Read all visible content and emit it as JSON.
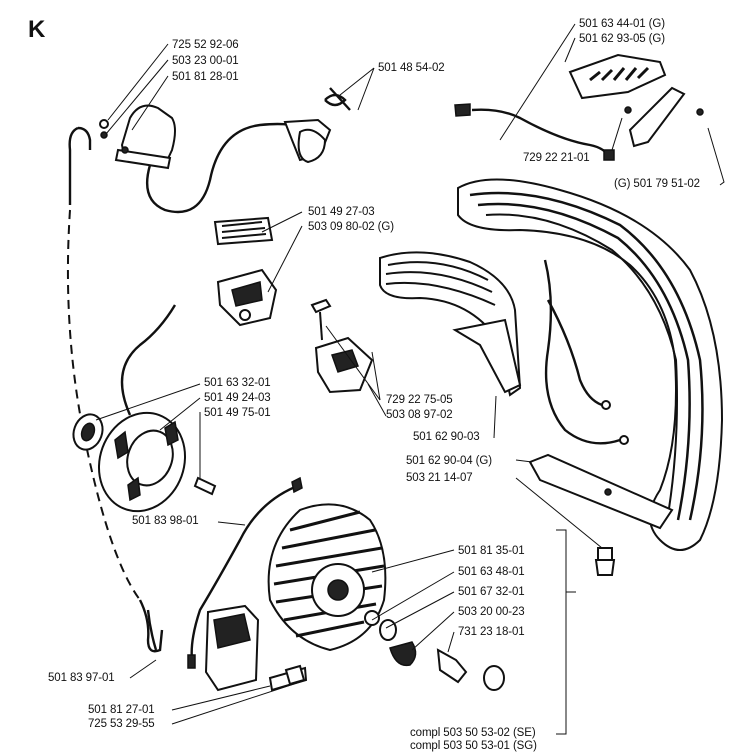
{
  "section_letter": "K",
  "labels": {
    "l01": "725 52 92-06",
    "l02": "503 23 00-01",
    "l03": "501 81 28-01",
    "l04": "501 48 54-02",
    "l05": "501 63 44-01 (G)",
    "l06": "501 62 93-05 (G)",
    "l07": "729 22 21-01",
    "l08": "(G) 501 79 51-02",
    "l09": "501 49 27-03",
    "l10": "503 09 80-02 (G)",
    "l11": "501 63 32-01",
    "l12": "501 49 24-03",
    "l13": "501 49 75-01",
    "l14": "729 22 75-05",
    "l15": "503 08 97-02",
    "l16": "501 62 90-03",
    "l17": "501 62 90-04 (G)",
    "l18": "503 21 14-07",
    "l19": "501 83 98-01",
    "l20": "501 81 35-01",
    "l21": "501 63 48-01",
    "l22": "501 67 32-01",
    "l23": "503 20 00-23",
    "l24": "731 23 18-01",
    "l25": "501 83 97-01",
    "l26": "501 81 27-01",
    "l27": "725 53 29-55",
    "l28": "compl 503 50 53-02 (SE)",
    "l29": "compl 503 50 53-01 (SG)"
  }
}
